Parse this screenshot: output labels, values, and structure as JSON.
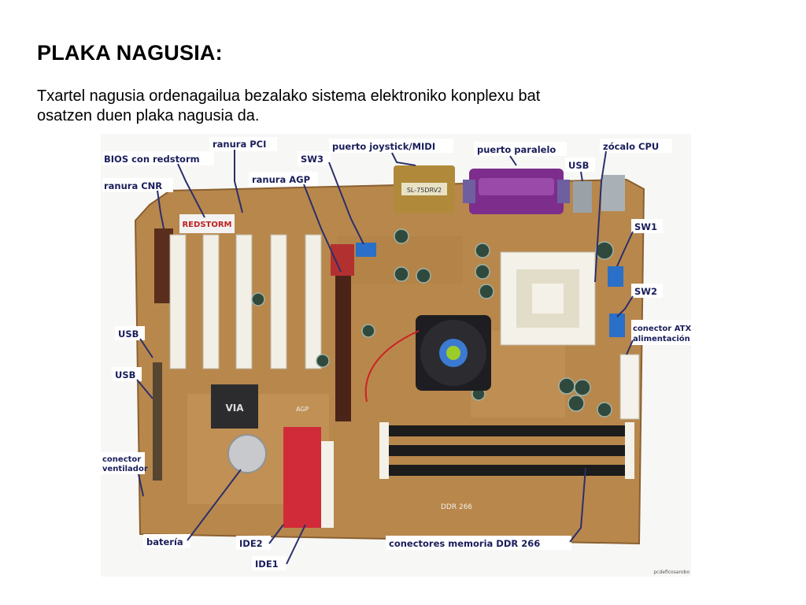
{
  "slide": {
    "title": "PLAKA NAGUSIA:",
    "body": "Txartel nagusia ordenagailua bezalako sistema elektroniko konplexu bat osatzen duen plaka nagusia da."
  },
  "figure": {
    "chip_marking": "SL-75DRV2",
    "brand_logo": "REDSTORM",
    "memory_marking": "DDR 266",
    "agp_marking": "AGP",
    "credit": "pcdeficosarobo",
    "labels": {
      "ranura_pci": "ranura PCI",
      "bios": "BIOS con redstorm",
      "ranura_cnr": "ranura CNR",
      "sw3": "SW3",
      "ranura_agp": "ranura AGP",
      "joystick": "puerto joystick/MIDI",
      "paralelo": "puerto paralelo",
      "usb_top": "USB",
      "zocalo_cpu": "zócalo CPU",
      "sw1": "SW1",
      "sw2": "SW2",
      "atx_line1": "conector ATX",
      "atx_line2": "alimentación",
      "usb_left1": "USB",
      "usb_left2": "USB",
      "ventilador_line1": "conector",
      "ventilador_line2": "ventilador",
      "bateria": "batería",
      "ide2": "IDE2",
      "ide1": "IDE1",
      "ddr": "conectores memoria DDR 266"
    }
  }
}
